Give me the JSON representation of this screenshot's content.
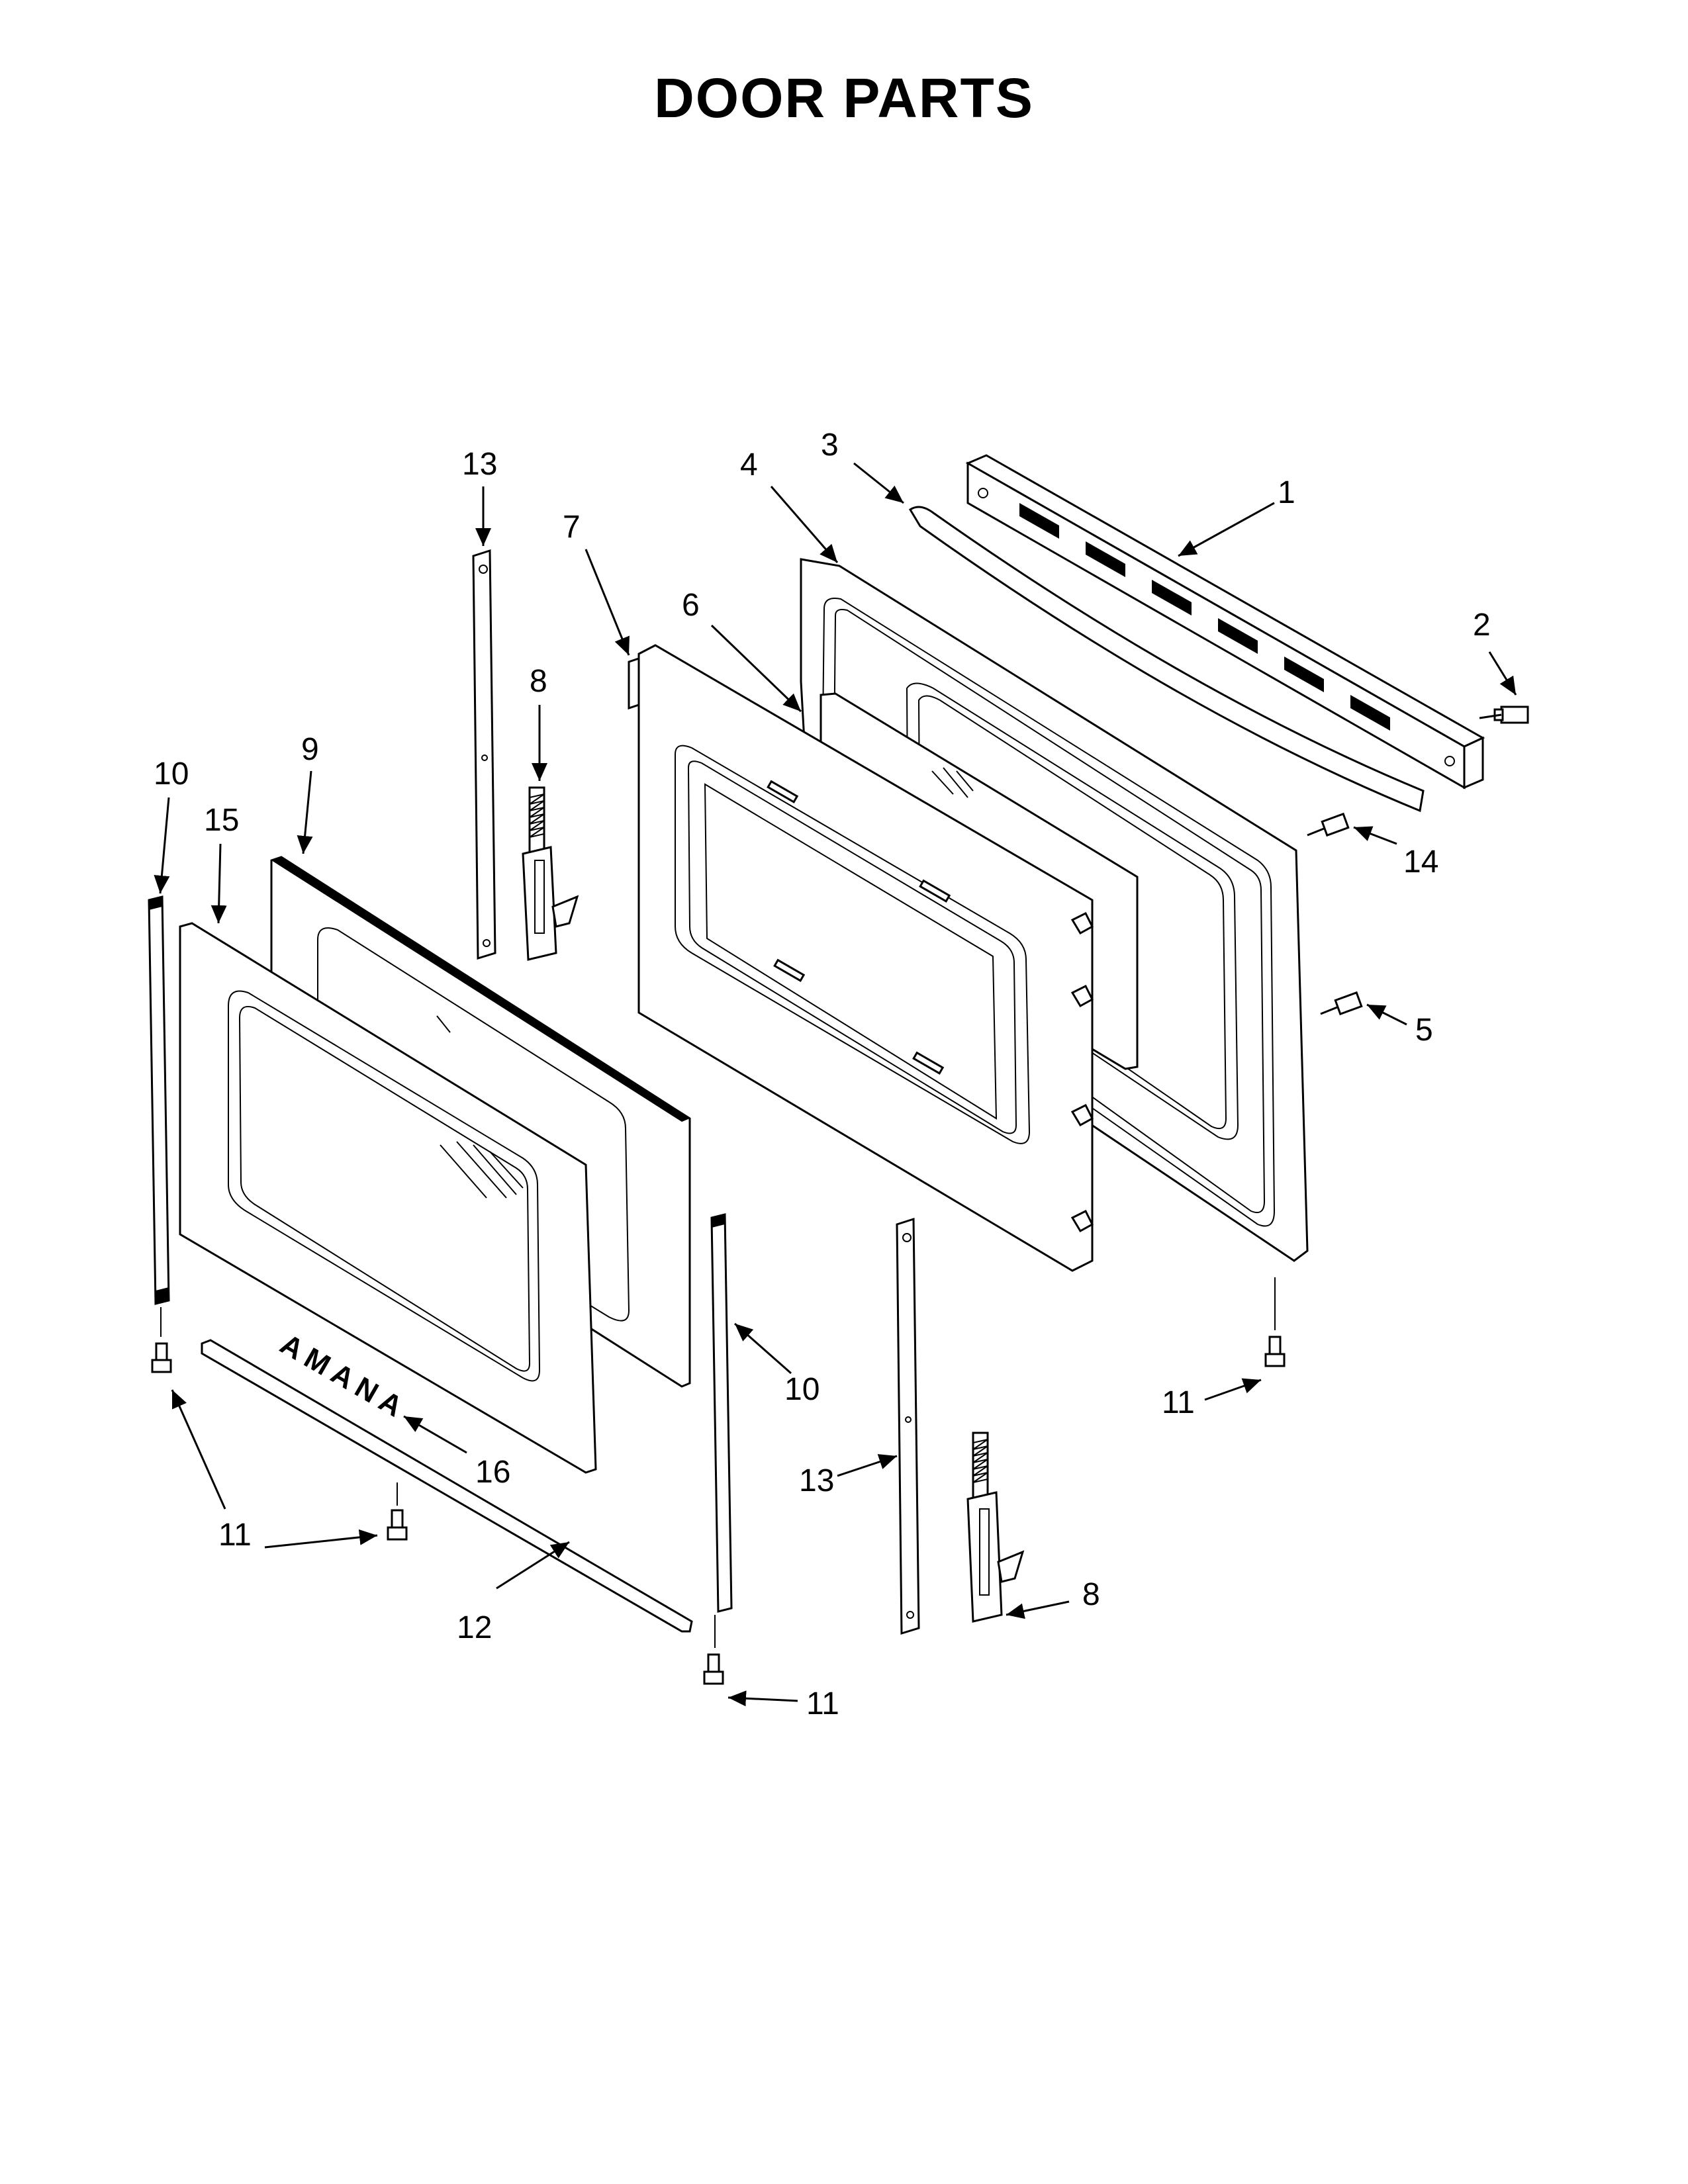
{
  "title": "DOOR PARTS",
  "logo_text": "AMANA",
  "callouts": [
    {
      "id": "c1",
      "label": "1"
    },
    {
      "id": "c2",
      "label": "2"
    },
    {
      "id": "c3",
      "label": "3"
    },
    {
      "id": "c4",
      "label": "4"
    },
    {
      "id": "c5",
      "label": "5"
    },
    {
      "id": "c6",
      "label": "6"
    },
    {
      "id": "c7",
      "label": "7"
    },
    {
      "id": "c8a",
      "label": "8"
    },
    {
      "id": "c8b",
      "label": "8"
    },
    {
      "id": "c9",
      "label": "9"
    },
    {
      "id": "c10a",
      "label": "10"
    },
    {
      "id": "c10b",
      "label": "10"
    },
    {
      "id": "c11a",
      "label": "11"
    },
    {
      "id": "c11b",
      "label": "11"
    },
    {
      "id": "c11c",
      "label": "11"
    },
    {
      "id": "c12",
      "label": "12"
    },
    {
      "id": "c13a",
      "label": "13"
    },
    {
      "id": "c13b",
      "label": "13"
    },
    {
      "id": "c14",
      "label": "14"
    },
    {
      "id": "c15",
      "label": "15"
    },
    {
      "id": "c16",
      "label": "16"
    }
  ]
}
